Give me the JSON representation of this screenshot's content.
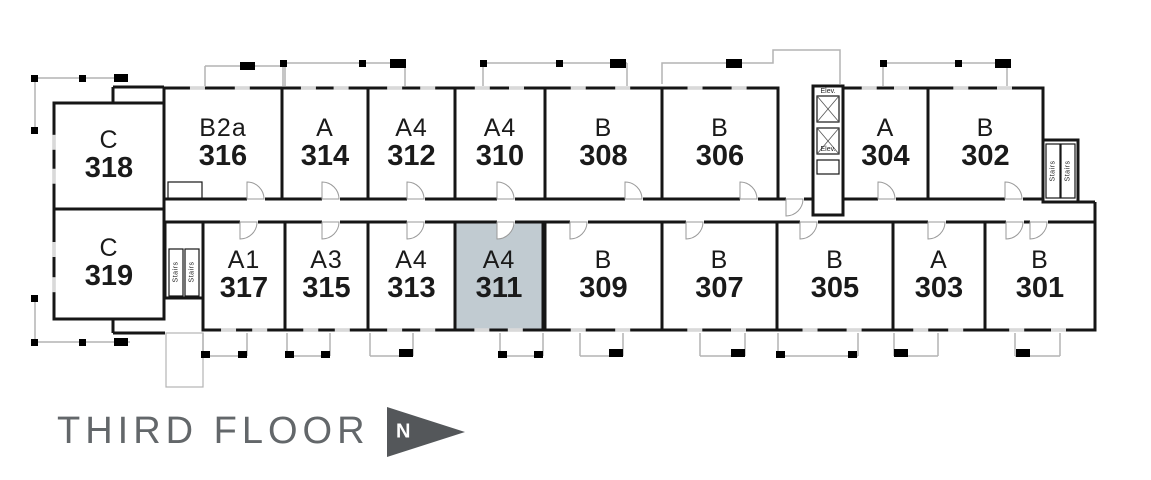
{
  "title": "THIRD FLOOR",
  "compass": {
    "label": "N"
  },
  "legend_labels": {
    "stairs": "Stairs",
    "elevator": "Elev."
  },
  "colors": {
    "highlight_fill": "#c1cbd1",
    "wall": "#161616",
    "balcony_rail": "#b3b3b3",
    "window_tick": "#d9d9d9",
    "door_arc": "#999999",
    "title_text": "#63676a",
    "compass_fill": "#54575a",
    "unit_text": "#1a1a1a"
  },
  "units": [
    {
      "type": "C",
      "number": "318",
      "highlighted": false
    },
    {
      "type": "B2a",
      "number": "316",
      "highlighted": false
    },
    {
      "type": "A",
      "number": "314",
      "highlighted": false
    },
    {
      "type": "A4",
      "number": "312",
      "highlighted": false
    },
    {
      "type": "A4",
      "number": "310",
      "highlighted": false
    },
    {
      "type": "B",
      "number": "308",
      "highlighted": false
    },
    {
      "type": "B",
      "number": "306",
      "highlighted": false
    },
    {
      "type": "A",
      "number": "304",
      "highlighted": false
    },
    {
      "type": "B",
      "number": "302",
      "highlighted": false
    },
    {
      "type": "C",
      "number": "319",
      "highlighted": false
    },
    {
      "type": "A1",
      "number": "317",
      "highlighted": false
    },
    {
      "type": "A3",
      "number": "315",
      "highlighted": false
    },
    {
      "type": "A4",
      "number": "313",
      "highlighted": false
    },
    {
      "type": "A4",
      "number": "311",
      "highlighted": true
    },
    {
      "type": "B",
      "number": "309",
      "highlighted": false
    },
    {
      "type": "B",
      "number": "307",
      "highlighted": false
    },
    {
      "type": "B",
      "number": "305",
      "highlighted": false
    },
    {
      "type": "A",
      "number": "303",
      "highlighted": false
    },
    {
      "type": "B",
      "number": "301",
      "highlighted": false
    }
  ]
}
